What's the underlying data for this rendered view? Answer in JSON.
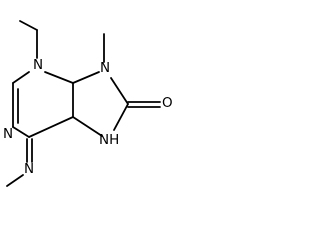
{
  "molecule": {
    "atoms": {
      "n3": "N",
      "n9": "N",
      "n1": "N",
      "n7": "NH",
      "o8": "O",
      "n_imine": "N"
    }
  },
  "colors": {
    "bond": "#000000",
    "label": "#000000",
    "background": "#ffffff"
  }
}
